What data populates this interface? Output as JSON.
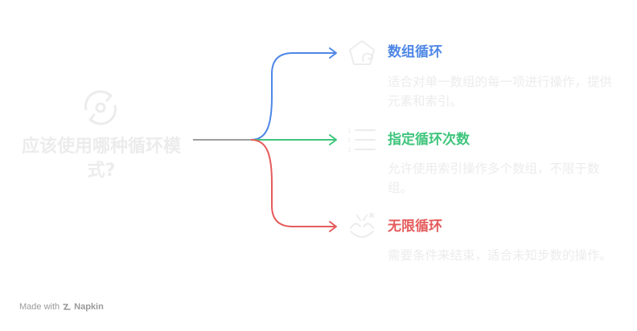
{
  "center": {
    "title": "应该使用哪种循环模式?",
    "icon": "refresh-cycle-icon"
  },
  "branches": [
    {
      "title": "数组循环",
      "description": "适合对单一数组的每一项进行操作，提供元素和索引。",
      "color": "#4f87e6",
      "icon": "pentagon-refresh-icon"
    },
    {
      "title": "指定循环次数",
      "description": "允许使用索引操作多个数组，不限于数组。",
      "color": "#3fc57c",
      "icon": "numbered-list-icon"
    },
    {
      "title": "无限循环",
      "description": "需要条件来结束，适合未知步数的操作。",
      "color": "#e55c5c",
      "icon": "broken-loop-icon"
    }
  ],
  "colors": {
    "trunk": "#9e9e9e",
    "faded": "#ececec"
  },
  "footer": {
    "made_with": "Made with",
    "brand": "Napkin"
  }
}
